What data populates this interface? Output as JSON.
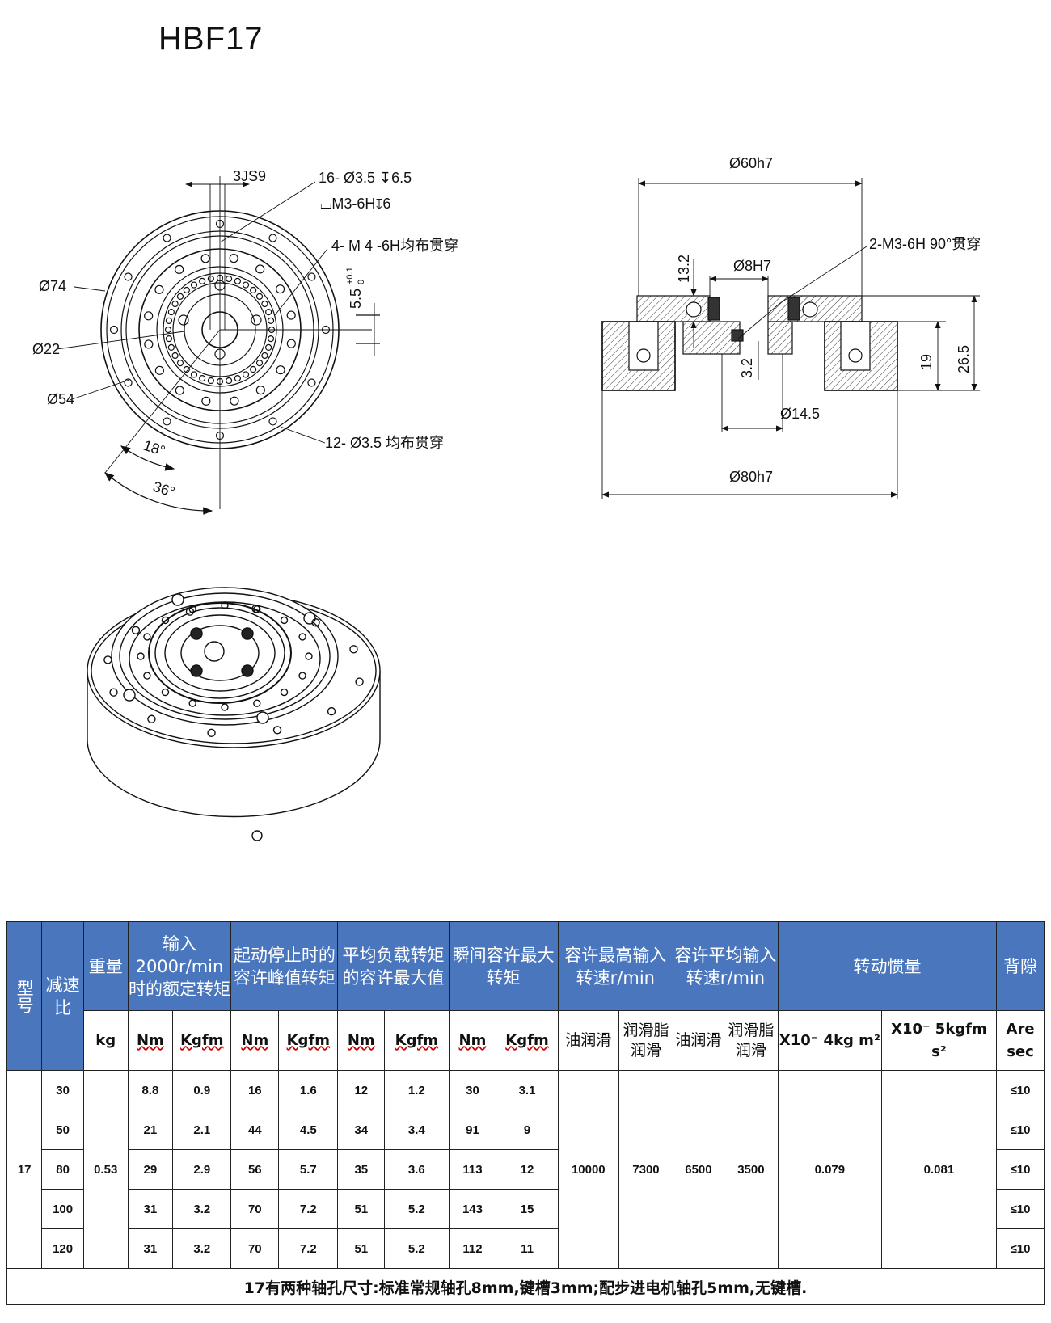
{
  "title": "HBF17",
  "front_view": {
    "labels": {
      "keyway": "3JS9",
      "holes16": "16- Ø3.5 ↧6.5",
      "m3": "⌴M3-6H↧6",
      "m4": "4- M 4 -6H均布贯穿",
      "d74": "Ø74",
      "d22": "Ø22",
      "d54": "Ø54",
      "dim55": "5.5",
      "tol_up": "+0.1",
      "tol_low": "0",
      "holes12": "12- Ø3.5 均布贯穿",
      "ang18": "18°",
      "ang36": "36°"
    }
  },
  "section_view": {
    "labels": {
      "d60": "Ø60h7",
      "m3_90": "2-M3-6H 90°贯穿",
      "d8": "Ø8H7",
      "h132": "13.2",
      "h32": "3.2",
      "d145": "Ø14.5",
      "h19": "19",
      "h265": "26.5",
      "d80": "Ø80h7"
    }
  },
  "table": {
    "headers": {
      "model": "型号",
      "ratio": "减速比",
      "weight": "重量",
      "rated": "输入2000r/min时的额定转矩",
      "peak": "起动停止时的容许峰值转矩",
      "avg": "平均负载转矩的容许最大值",
      "instant": "瞬间容许最大转矩",
      "max_speed": "容许最高输入转速r/min",
      "avg_speed": "容许平均输入转速r/min",
      "inertia": "转动惯量",
      "backlash": "背隙"
    },
    "units": {
      "kg": "kg",
      "nm": "Nm",
      "kgfm": "Kgfm",
      "oil": "油润滑",
      "grease": "润滑脂润滑",
      "inertia1": "X10⁻ 4kg m²",
      "inertia2": "X10⁻ 5kgfm s²",
      "arcsec": "Are sec"
    },
    "model": "17",
    "weight": "0.53",
    "max_speed_oil": "10000",
    "max_speed_grease": "7300",
    "avg_speed_oil": "6500",
    "avg_speed_grease": "3500",
    "inertia_kgm2": "0.079",
    "inertia_kgfms2": "0.081",
    "rows": [
      {
        "ratio": "30",
        "rated_nm": "8.8",
        "rated_kgfm": "0.9",
        "peak_nm": "16",
        "peak_kgfm": "1.6",
        "avg_nm": "12",
        "avg_kgfm": "1.2",
        "inst_nm": "30",
        "inst_kgfm": "3.1",
        "backlash": "≤10"
      },
      {
        "ratio": "50",
        "rated_nm": "21",
        "rated_kgfm": "2.1",
        "peak_nm": "44",
        "peak_kgfm": "4.5",
        "avg_nm": "34",
        "avg_kgfm": "3.4",
        "inst_nm": "91",
        "inst_kgfm": "9",
        "backlash": "≤10"
      },
      {
        "ratio": "80",
        "rated_nm": "29",
        "rated_kgfm": "2.9",
        "peak_nm": "56",
        "peak_kgfm": "5.7",
        "avg_nm": "35",
        "avg_kgfm": "3.6",
        "inst_nm": "113",
        "inst_kgfm": "12",
        "backlash": "≤10"
      },
      {
        "ratio": "100",
        "rated_nm": "31",
        "rated_kgfm": "3.2",
        "peak_nm": "70",
        "peak_kgfm": "7.2",
        "avg_nm": "51",
        "avg_kgfm": "5.2",
        "inst_nm": "143",
        "inst_kgfm": "15",
        "backlash": "≤10"
      },
      {
        "ratio": "120",
        "rated_nm": "31",
        "rated_kgfm": "3.2",
        "peak_nm": "70",
        "peak_kgfm": "7.2",
        "avg_nm": "51",
        "avg_kgfm": "5.2",
        "inst_nm": "112",
        "inst_kgfm": "11",
        "backlash": "≤10"
      }
    ],
    "note": "17有两种轴孔尺寸:标准常规轴孔8mm,键槽3mm;配步进电机轴孔5mm,无键槽."
  }
}
